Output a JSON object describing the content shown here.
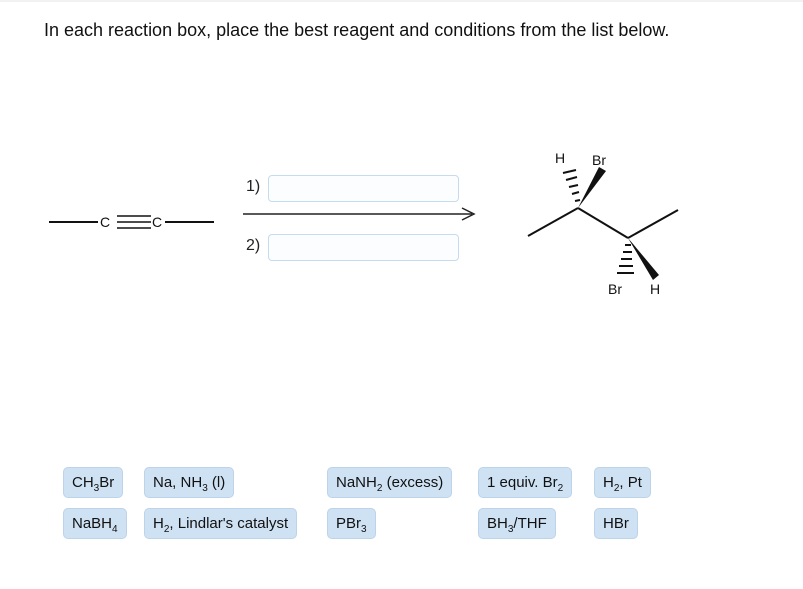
{
  "instruction": "In each reaction box, place the best reagent and conditions from the list below.",
  "reaction": {
    "start_left_label": "C",
    "start_right_label": "C",
    "step1_label": "1)",
    "step2_label": "2)",
    "step1_value": "",
    "step2_value": "",
    "product_labels": {
      "top_h": "H",
      "top_br": "Br",
      "bottom_br": "Br",
      "bottom_h": "H"
    }
  },
  "reagents": [
    {
      "id": "ch3br",
      "label": "CH3Br"
    },
    {
      "id": "na_nh3",
      "label": "Na, NH3 (l)"
    },
    {
      "id": "nanh2_excess",
      "label": "NaNH2 (excess)"
    },
    {
      "id": "one_equiv_br2",
      "label": "1 equiv. Br2"
    },
    {
      "id": "h2_pt",
      "label": "H2, Pt"
    },
    {
      "id": "nabh4",
      "label": "NaBH4"
    },
    {
      "id": "h2_lindlar",
      "label": "H2, Lindlar's catalyst"
    },
    {
      "id": "pbr3",
      "label": "PBr3"
    },
    {
      "id": "bh3_thf",
      "label": "BH3/THF"
    },
    {
      "id": "hbr",
      "label": "HBr"
    }
  ]
}
